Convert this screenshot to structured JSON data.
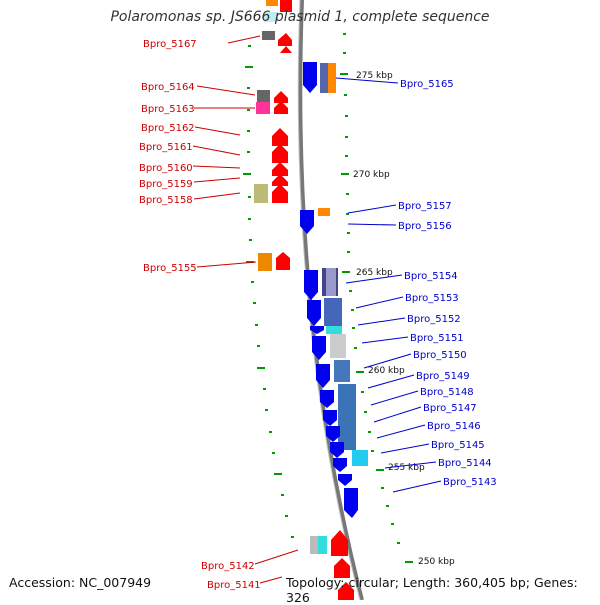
{
  "title": "Polaromonas sp. JS666 plasmid 1, complete sequence",
  "footer": {
    "accession": "Accession: NC_007949",
    "topology": "Topology: circular; Length: 360,405 bp; Genes: 326"
  },
  "colors": {
    "forward_gene": "#ff0000",
    "reverse_gene": "#0000ff",
    "backbone": "#888888",
    "ticks": "#008800",
    "left_label": "#cc0000",
    "right_label": "#0000cc"
  },
  "scale_ticks": [
    "275 kbp",
    "270 kbp",
    "265 kbp",
    "260 kbp",
    "255 kbp",
    "250 kbp"
  ],
  "left_genes": [
    "Bpro_5167",
    "Bpro_5164",
    "Bpro_5163",
    "Bpro_5162",
    "Bpro_5161",
    "Bpro_5160",
    "Bpro_5159",
    "Bpro_5158",
    "Bpro_5155",
    "Bpro_5142",
    "Bpro_5141"
  ],
  "right_genes": [
    "Bpro_5165",
    "Bpro_5157",
    "Bpro_5156",
    "Bpro_5154",
    "Bpro_5153",
    "Bpro_5152",
    "Bpro_5151",
    "Bpro_5150",
    "Bpro_5149",
    "Bpro_5148",
    "Bpro_5147",
    "Bpro_5146",
    "Bpro_5145",
    "Bpro_5144",
    "Bpro_5143"
  ]
}
